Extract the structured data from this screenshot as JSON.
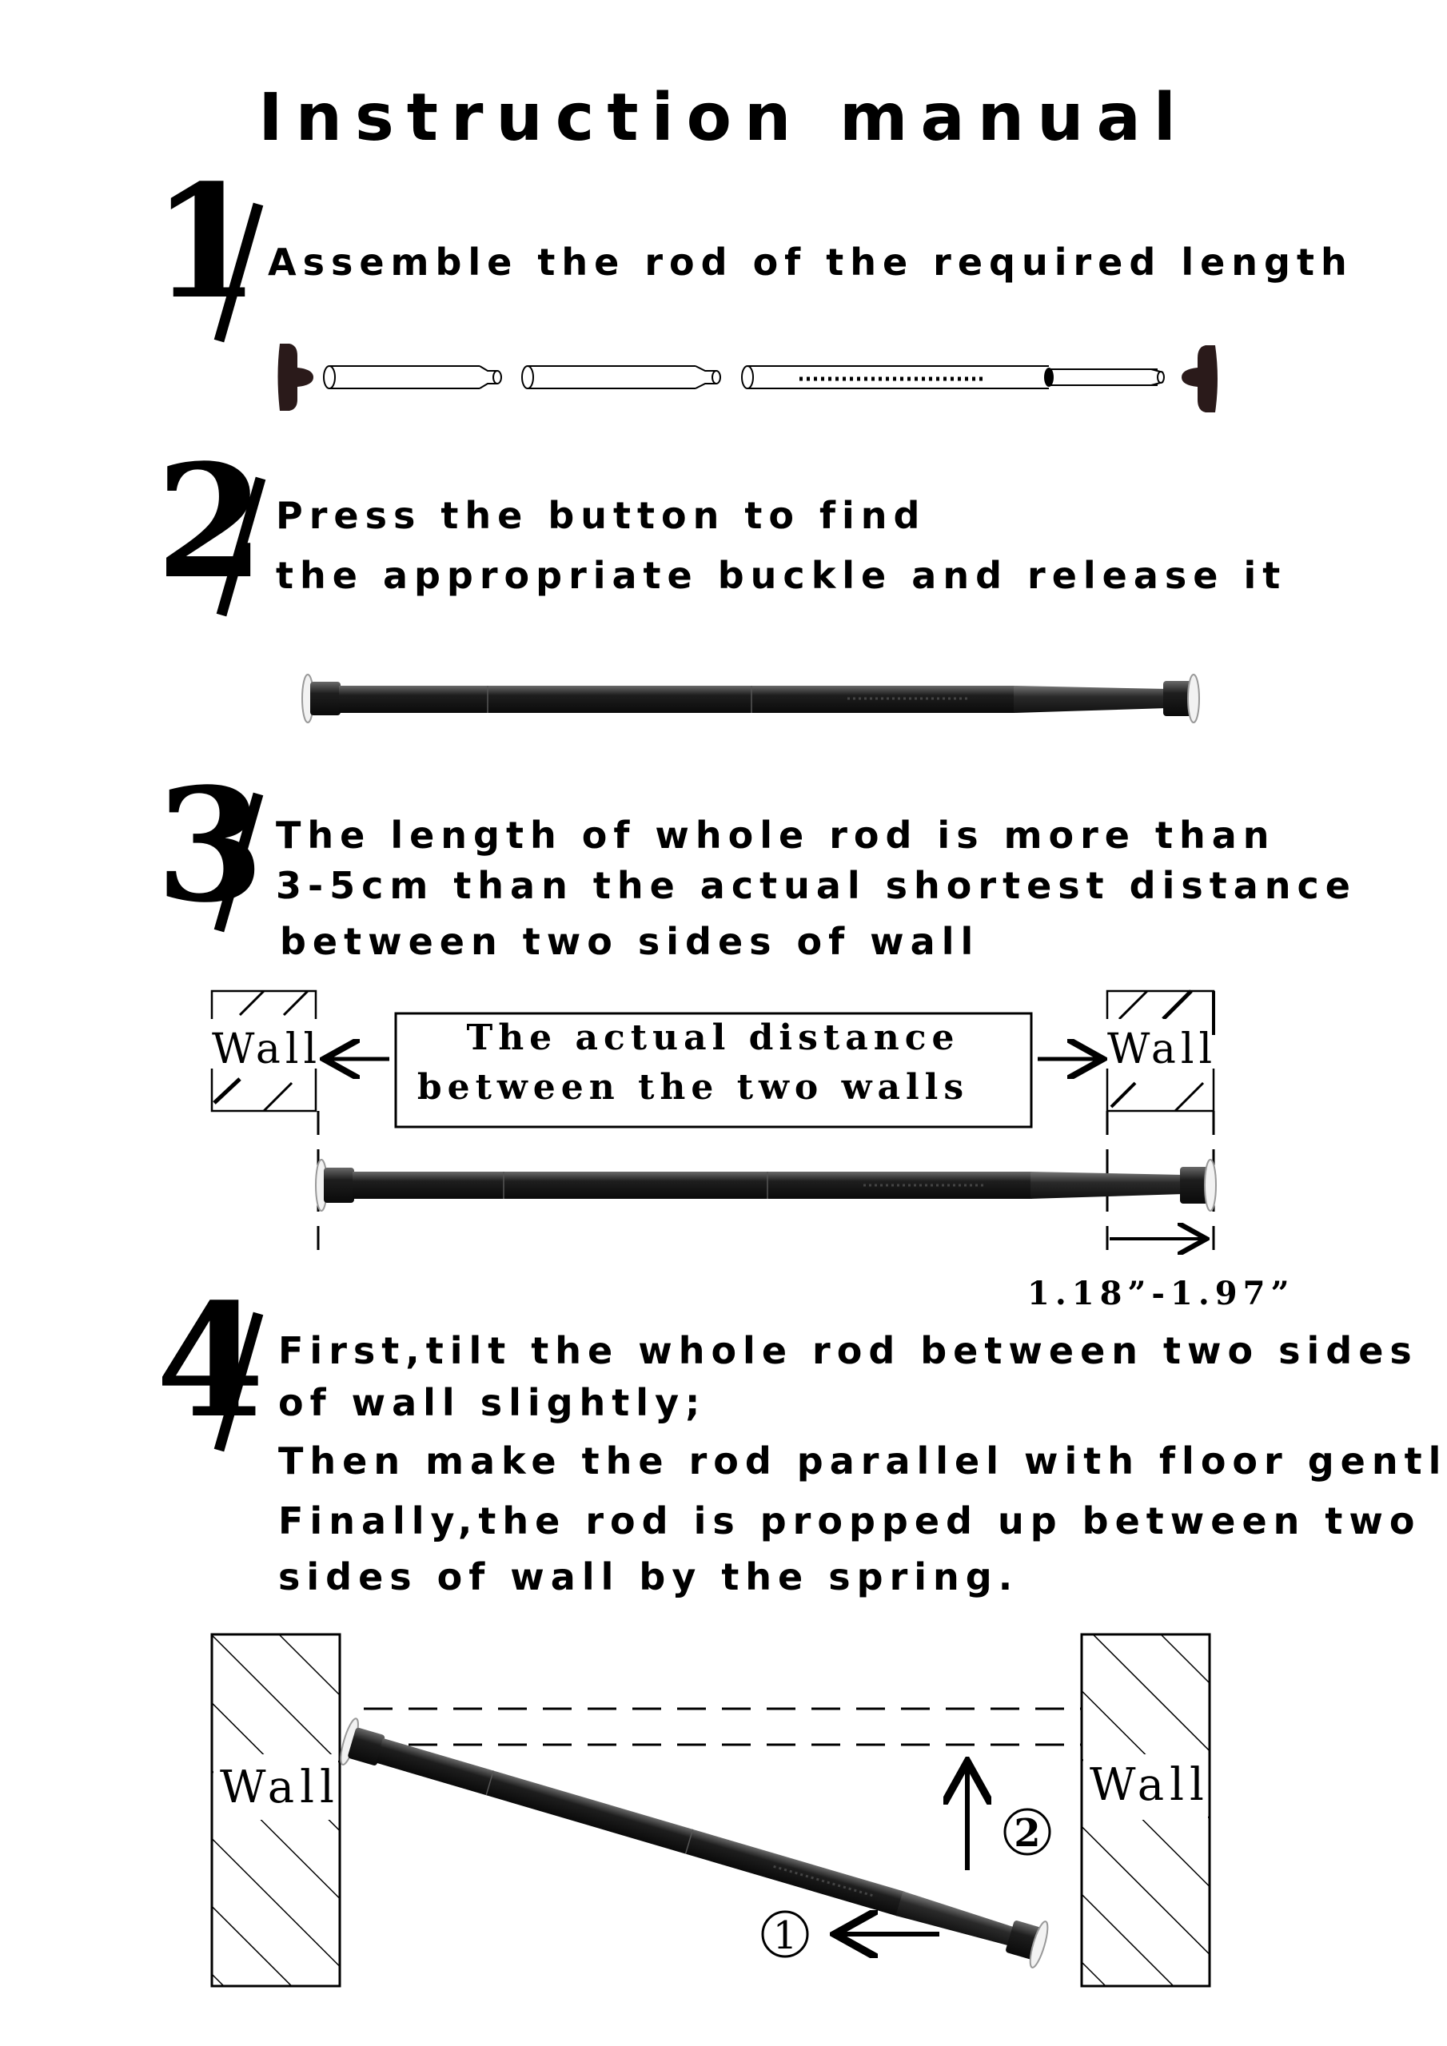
{
  "title": "Instruction manual",
  "steps": [
    {
      "number": "1",
      "lines": [
        "Assemble the rod of the required length"
      ]
    },
    {
      "number": "2",
      "lines": [
        "Press the button to find",
        "the appropriate buckle and release it"
      ]
    },
    {
      "number": "3",
      "lines": [
        "The length of whole rod is more than",
        "3-5cm than the actual shortest distance",
        "between two sides of wall"
      ]
    },
    {
      "number": "4",
      "lines": [
        "First,tilt the whole rod between two sides",
        "of wall slightly;",
        "Then make the rod parallel with floor gently;",
        "Finally,the rod is propped up between two",
        "sides of wall by the spring."
      ]
    }
  ],
  "diagram3": {
    "wall_left": "Wall",
    "wall_right": "Wall",
    "distance_box": [
      "The actual distance",
      "between the two walls"
    ],
    "extra_length": "1.18”-1.97”"
  },
  "diagram4": {
    "wall_left": "Wall",
    "wall_right": "Wall",
    "marker_1": "①",
    "marker_2": "②"
  }
}
